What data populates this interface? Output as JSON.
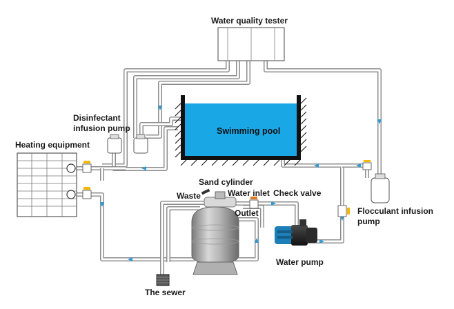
{
  "labels": {
    "water_quality_tester": "Water quality tester",
    "disinfectant_line1": "Disinfectant",
    "disinfectant_line2": "infusion pump",
    "heating_equipment": "Heating equipment",
    "swimming_pool": "Swimming pool",
    "sand_cylinder": "Sand cylinder",
    "waste": "Waste",
    "water_inlet": "Water inlet",
    "check_valve": "Check valve",
    "outlet": "Outlet",
    "flocculant_line1": "Flocculant infusion",
    "flocculant_line2": "pump",
    "water_pump": "Water pump",
    "the_sewer": "The sewer"
  },
  "colors": {
    "pool_water": "#1aa7e6",
    "pipe": "#8d8d8d",
    "flow_arrow": "#2e9ad6",
    "valve_handle": "#f2b705",
    "pump_body": "#1d7fb8"
  }
}
